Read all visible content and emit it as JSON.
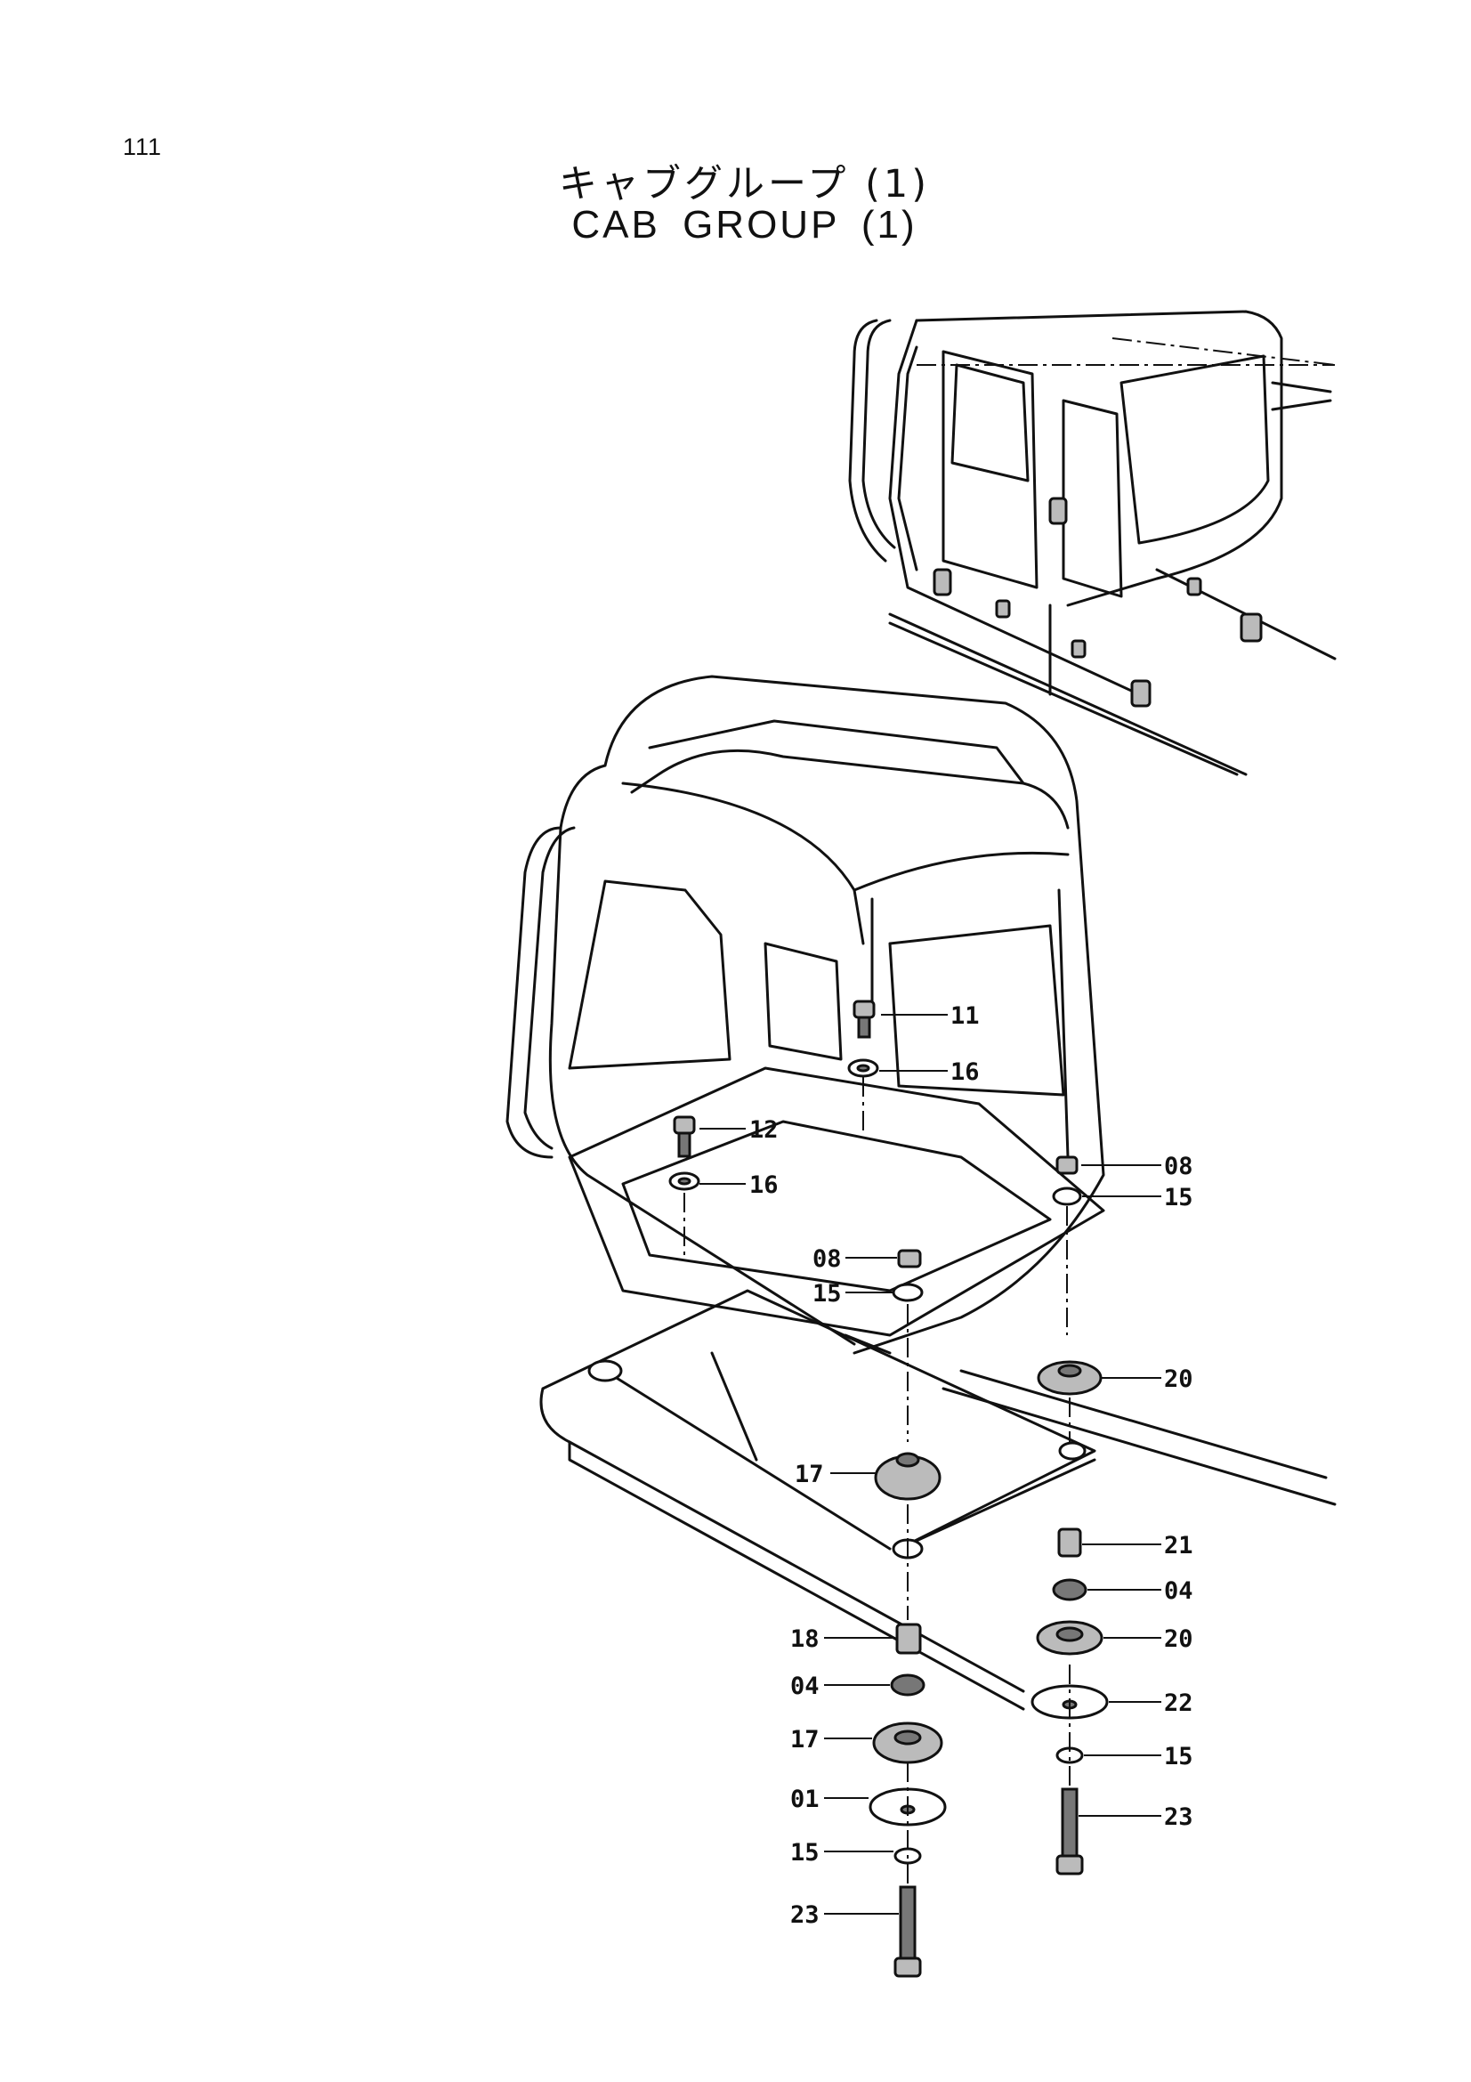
{
  "page_number": "111",
  "title": {
    "japanese": "キャブグループ (1)",
    "english": "CAB  GROUP  (1)"
  },
  "callouts": [
    {
      "id": "11"
    },
    {
      "id": "16"
    },
    {
      "id": "12"
    },
    {
      "id": "16"
    },
    {
      "id": "08"
    },
    {
      "id": "15"
    },
    {
      "id": "08"
    },
    {
      "id": "15"
    },
    {
      "id": "20"
    },
    {
      "id": "17"
    },
    {
      "id": "21"
    },
    {
      "id": "04"
    },
    {
      "id": "20"
    },
    {
      "id": "18"
    },
    {
      "id": "04"
    },
    {
      "id": "22"
    },
    {
      "id": "17"
    },
    {
      "id": "15"
    },
    {
      "id": "01"
    },
    {
      "id": "23"
    },
    {
      "id": "15"
    },
    {
      "id": "23"
    }
  ]
}
